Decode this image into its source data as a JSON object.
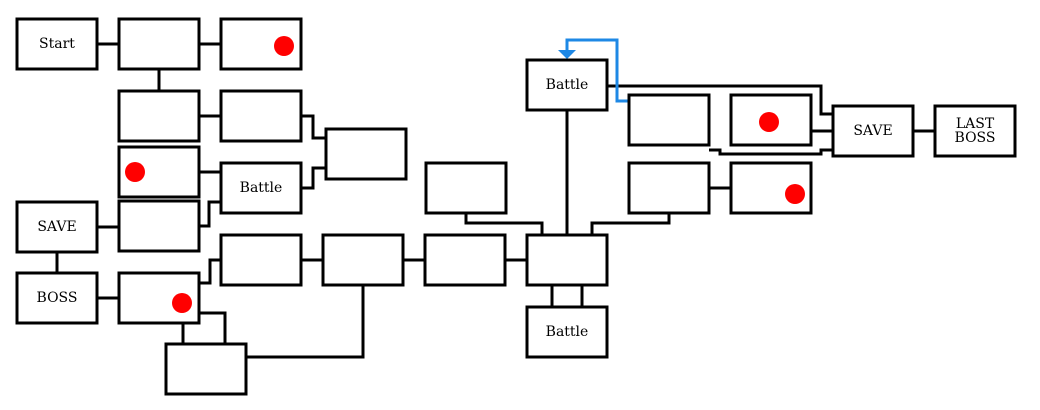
{
  "title": "Dungeon map",
  "colors": {
    "treasure": "#ff0000",
    "loop_arrow": "#1e88e5",
    "line": "#000000"
  },
  "legend": {
    "treasure_marker": "red-dot"
  },
  "rooms": [
    {
      "id": "start",
      "label": "Start"
    },
    {
      "id": "r1",
      "label": ""
    },
    {
      "id": "r2",
      "label": "",
      "treasure": true
    },
    {
      "id": "r3",
      "label": ""
    },
    {
      "id": "r4",
      "label": ""
    },
    {
      "id": "r5",
      "label": ""
    },
    {
      "id": "r6",
      "label": "",
      "treasure": true
    },
    {
      "id": "battle1",
      "label": "Battle"
    },
    {
      "id": "save1",
      "label": "SAVE"
    },
    {
      "id": "r7",
      "label": ""
    },
    {
      "id": "boss",
      "label": "BOSS"
    },
    {
      "id": "r8",
      "label": "",
      "treasure": true
    },
    {
      "id": "r9",
      "label": ""
    },
    {
      "id": "r10",
      "label": ""
    },
    {
      "id": "r11",
      "label": ""
    },
    {
      "id": "r12",
      "label": ""
    },
    {
      "id": "r13",
      "label": ""
    },
    {
      "id": "hub",
      "label": ""
    },
    {
      "id": "battle2",
      "label": "Battle"
    },
    {
      "id": "battle3",
      "label": "Battle"
    },
    {
      "id": "r14",
      "label": ""
    },
    {
      "id": "r15",
      "label": "",
      "treasure": true
    },
    {
      "id": "r16",
      "label": ""
    },
    {
      "id": "r17",
      "label": "",
      "treasure": true
    },
    {
      "id": "save2",
      "label": "SAVE"
    },
    {
      "id": "lastboss",
      "label": "LAST\nBOSS"
    }
  ]
}
